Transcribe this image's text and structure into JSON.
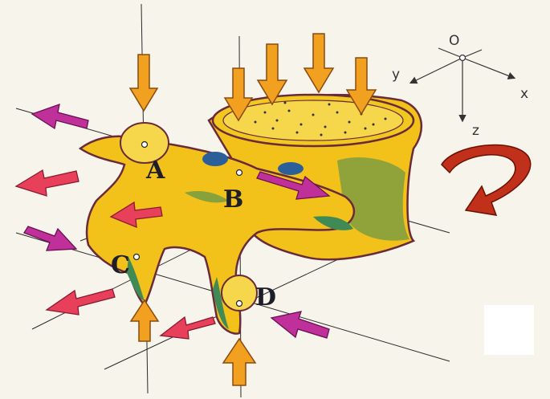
{
  "labels": {
    "a": "A",
    "b": "B",
    "c": "C",
    "d": "D"
  },
  "axes": {
    "origin": "O",
    "x": "x",
    "y": "y",
    "z": "z"
  },
  "colors": {
    "bone": "#f2c21a",
    "bone_shadow": "#c89a10",
    "outline": "#6a2a3a",
    "green_shade": "#3f8a55",
    "blue_hole": "#2a5f9a",
    "compression_arrow": "#f2a020",
    "pink_arrow": "#e8405a",
    "magenta_arrow": "#c0309a",
    "rotation_arrow": "#c0301a",
    "paper": "#f7f4ec"
  },
  "icons": {
    "rotation": "curved-rotation-arrow-icon"
  }
}
